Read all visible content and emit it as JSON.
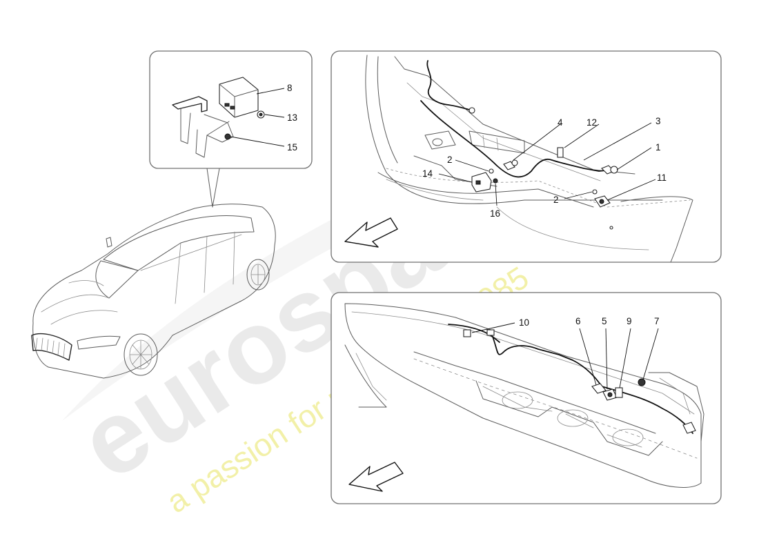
{
  "watermark": {
    "brand": "eurospares",
    "tagline": "a passion for parts since 1985"
  },
  "panels": {
    "module_detail": {
      "callouts": [
        "8",
        "13",
        "15"
      ]
    },
    "front_bumper": {
      "callouts": [
        "4",
        "12",
        "3",
        "1",
        "2",
        "14",
        "11",
        "2",
        "16"
      ]
    },
    "rear_bumper": {
      "callouts": [
        "10",
        "6",
        "5",
        "9",
        "7"
      ]
    }
  }
}
